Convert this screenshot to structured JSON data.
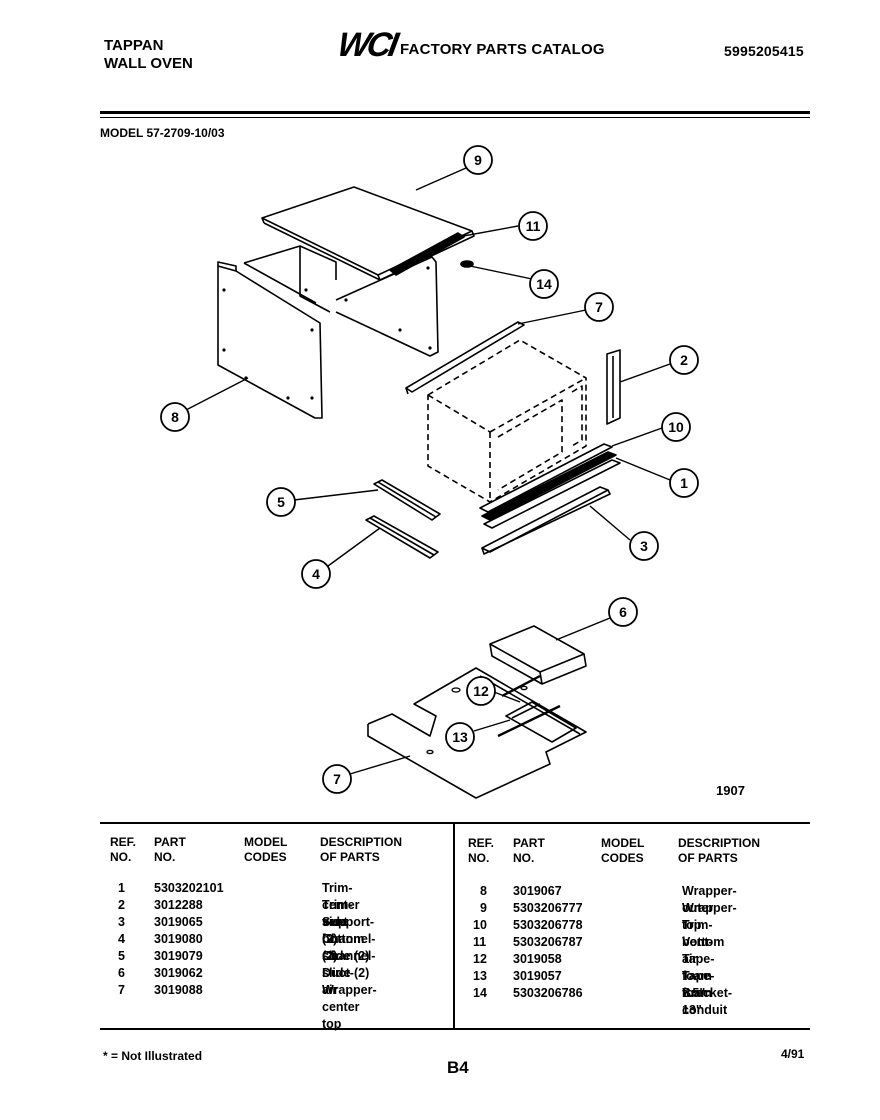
{
  "header": {
    "brand_line1": "TAPPAN",
    "brand_line2": "WALL OVEN",
    "logo": "WCI",
    "catalog_title": "FACTORY PARTS CATALOG",
    "catalog_number": "5995205415"
  },
  "model_line": "MODEL 57-2709-10/03",
  "diagram": {
    "callouts": [
      "9",
      "11",
      "14",
      "7",
      "2",
      "8",
      "10",
      "1",
      "5",
      "3",
      "4",
      "6",
      "12",
      "13",
      "7"
    ],
    "figure_number": "1907"
  },
  "table": {
    "headers": {
      "ref": "REF.\nNO.",
      "part": "PART\nNO.",
      "codes": "MODEL\nCODES",
      "desc": "DESCRIPTION\nOF PARTS"
    },
    "left": [
      {
        "ref": "1",
        "part": "5303202101",
        "desc": "Trim-center vent"
      },
      {
        "ref": "2",
        "part": "3012288",
        "desc": "Trim-side (2)"
      },
      {
        "ref": "3",
        "part": "3019065",
        "desc": "Support-bottom (2)"
      },
      {
        "ref": "4",
        "part": "3019080",
        "desc": "Channel-slide (2)"
      },
      {
        "ref": "5",
        "part": "3019079",
        "desc": "Channel-slide (2)"
      },
      {
        "ref": "6",
        "part": "3019062",
        "desc": "Duct-air"
      },
      {
        "ref": "7",
        "part": "3019088",
        "desc": "Wrapper-center top"
      }
    ],
    "right": [
      {
        "ref": "8",
        "part": "3019067",
        "desc": "Wrapper-outer"
      },
      {
        "ref": "9",
        "part": "5303206777",
        "desc": "Wrapper-top"
      },
      {
        "ref": "10",
        "part": "5303206778",
        "desc": "Trim-bottom"
      },
      {
        "ref": "11",
        "part": "5303206787",
        "desc": "Vent-air"
      },
      {
        "ref": "12",
        "part": "3019058",
        "desc": "Tape-foam 7.5\""
      },
      {
        "ref": "13",
        "part": "3019057",
        "desc": "Tape-foam 13\""
      },
      {
        "ref": "14",
        "part": "5303206786",
        "desc": "Bracket-conduit"
      }
    ]
  },
  "footer": {
    "note": "* = Not Illustrated",
    "page": "B4",
    "date": "4/91"
  }
}
